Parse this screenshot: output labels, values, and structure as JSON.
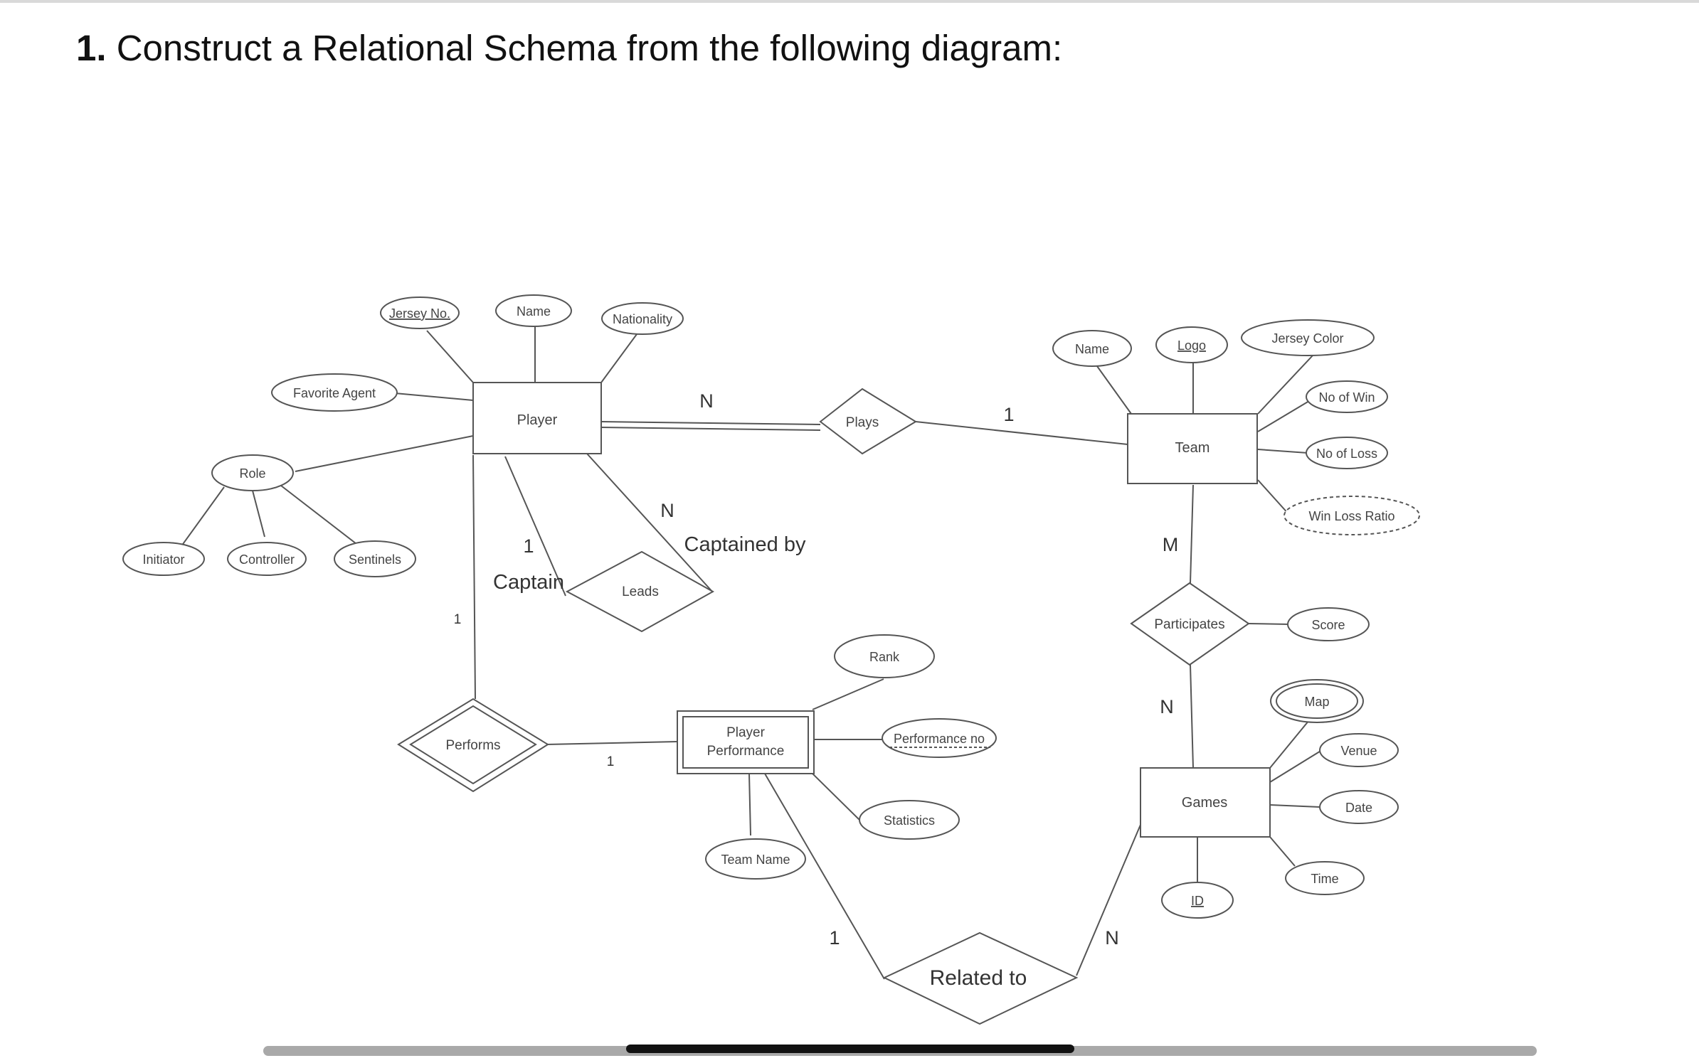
{
  "question": {
    "number": "1.",
    "text": "Construct a Relational Schema from the following diagram:"
  },
  "entities": {
    "player": "Player",
    "team": "Team",
    "games": "Games",
    "player_performance_line1": "Player",
    "player_performance_line2": "Performance"
  },
  "relationships": {
    "plays": "Plays",
    "leads": "Leads",
    "performs": "Performs",
    "participates": "Participates",
    "related_to": "Related to"
  },
  "attributes": {
    "jersey_no": "Jersey No.",
    "player_name": "Name",
    "nationality": "Nationality",
    "favorite_agent": "Favorite Agent",
    "role": "Role",
    "initiator": "Initiator",
    "controller": "Controller",
    "sentinels": "Sentinels",
    "team_name": "Name",
    "logo": "Logo",
    "jersey_color": "Jersey Color",
    "no_of_win": "No of Win",
    "no_of_loss": "No of Loss",
    "win_loss_ratio": "Win Loss Ratio",
    "score": "Score",
    "map": "Map",
    "venue": "Venue",
    "date": "Date",
    "time": "Time",
    "id": "ID",
    "rank": "Rank",
    "performance_no": "Performance no",
    "statistics": "Statistics",
    "pp_team_name": "Team Name"
  },
  "labels": {
    "captain": "Captain",
    "captained_by": "Captained by"
  },
  "cardinalities": {
    "plays_player": "N",
    "plays_team": "1",
    "leads_captain": "1",
    "leads_captained_by": "N",
    "performs_player": "1",
    "performs_pp": "1",
    "participates_team": "M",
    "participates_games": "N",
    "related_pp": "1",
    "related_games": "N"
  }
}
